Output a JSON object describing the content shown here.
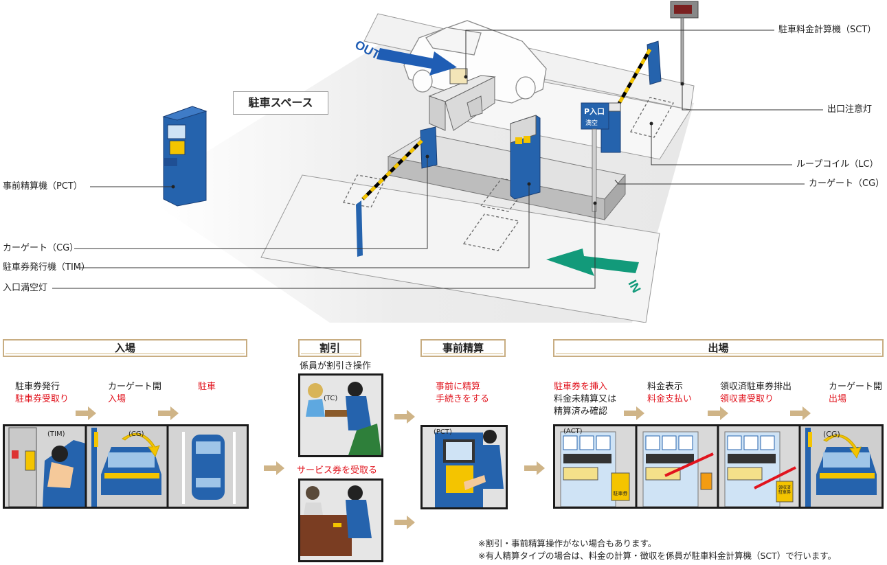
{
  "diagram": {
    "space_label": "駐車スペース",
    "dir_out": "OUT",
    "dir_in": "IN",
    "callouts": {
      "sct": "駐車料金計算機（SCT）",
      "exit_lamp": "出口注意灯",
      "loop_coil": "ループコイル（LC）",
      "cg_right": "カーゲート（CG）",
      "pct": "事前精算機（PCT）",
      "cg_left": "カーゲート（CG）",
      "tim": "駐車券発行機（TIM）",
      "entry_lamp": "入口満空灯"
    },
    "sign": {
      "line1": "P入口",
      "line2": "満空"
    },
    "colors": {
      "machine_blue": "#2563ad",
      "arrow_blue": "#1f5db4",
      "arrow_green": "#129a7a",
      "header_border": "#c8ad82",
      "flow_arrow": "#cfb487",
      "red": "#e1141e"
    }
  },
  "flow": {
    "sections": {
      "entry": "入場",
      "discount": "割引",
      "prepay": "事前精算",
      "exit": "出場"
    },
    "entry_steps": [
      {
        "line1": "駐車券発行",
        "line2": "駐車券受取り"
      },
      {
        "line1": "カーゲート開",
        "line2": "入場"
      },
      {
        "line1": "",
        "line2": "駐車"
      }
    ],
    "entry_tags": {
      "tim": "(TIM)",
      "cg": "(CG)"
    },
    "discount_top": "係員が割引き操作",
    "discount_tag": "(TC)",
    "discount_service": "サービス券を受取る",
    "prepay_text": {
      "line1": "事前に精算",
      "line2": "手続きをする"
    },
    "prepay_tag": "(PCT)",
    "exit_steps": [
      {
        "line1": "駐車券を挿入",
        "line2": "料金未精算又は",
        "line3": "精算済み確認"
      },
      {
        "line1": "料金表示",
        "line2": "料金支払い"
      },
      {
        "line1": "領収済駐車券排出",
        "line2": "領収書受取り"
      },
      {
        "line1": "カーゲート開",
        "line2": "出場"
      }
    ],
    "exit_tags": {
      "act": "(ACT)",
      "cg": "(CG)",
      "ticket": "駐車券",
      "receipt": "領収済駐車券"
    },
    "notes": [
      "※割引・事前精算操作がない場合もあります。",
      "※有人精算タイプの場合は、料金の計算・徴収を係員が駐車料金計算機（SCT）で行います。"
    ]
  }
}
